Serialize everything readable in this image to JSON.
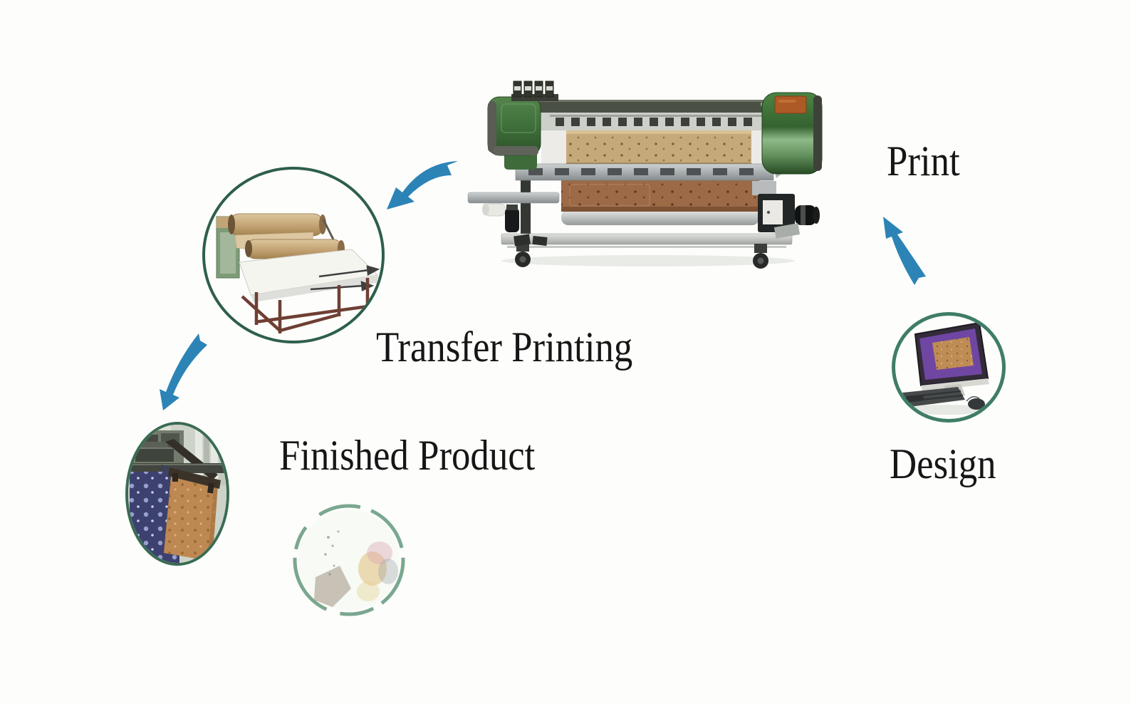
{
  "diagram": {
    "type": "process-flow",
    "subject": "dye-sublimation textile printing workflow",
    "background_color": "#fdfdfb",
    "text_color": "#161616",
    "arrow_color": "#2c84b6",
    "circle_border_color": "#2e5f4b",
    "nodes": [
      {
        "id": "design",
        "label": "Design",
        "icon": "design-computer-illustration"
      },
      {
        "id": "print",
        "label": "Print",
        "icon": "wide-format-printer-illustration"
      },
      {
        "id": "transfer",
        "label": "Transfer Printing",
        "icon": "roller-heat-press-illustration"
      },
      {
        "id": "finished",
        "label": "Finished Product",
        "icon": "printed-fabric-photo"
      }
    ],
    "edges": [
      {
        "from": "design",
        "to": "print",
        "style": "curved-blue-arrow"
      },
      {
        "from": "print",
        "to": "transfer",
        "style": "curved-blue-arrow"
      },
      {
        "from": "transfer",
        "to": "finished",
        "style": "curved-blue-arrow"
      }
    ],
    "decorations": [
      {
        "id": "faded-circle-watermark",
        "description": "partially erased circle image, bottom center"
      }
    ],
    "illustration_colors": {
      "printer_green_dark": "#2d5229",
      "printer_green_light": "#8fb989",
      "printer_orange_panel": "#ad5a26",
      "fabric_tan": "#c6a97b",
      "fabric_brown": "#9c6a46",
      "fabric_navy": "#3c4170",
      "fabric_orange": "#bd8851",
      "monitor_screen_purple": "#6f46a2",
      "machine_silver": "#c6cacb",
      "frame_red_brown": "#6e3f33"
    }
  }
}
